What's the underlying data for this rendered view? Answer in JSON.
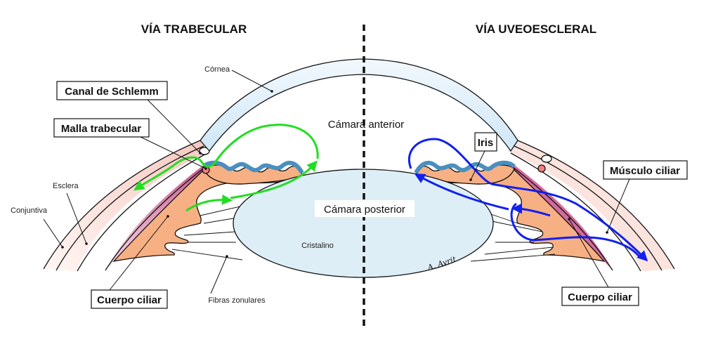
{
  "titles": {
    "left": "VÍA TRABECULAR",
    "right": "VÍA UVEOESCLERAL"
  },
  "labels": {
    "cornea": "Córnea",
    "anterior_chamber": "Cámara anterior",
    "posterior_chamber": "Cámara posterior",
    "lens": "Cristalino",
    "zonular_fibers": "Fibras zonulares",
    "sclera": "Esclera",
    "conjunctiva": "Conjuntiva"
  },
  "boxed_labels": {
    "schlemm_canal": "Canal de Schlemm",
    "trabecular_meshwork": "Malla trabecular",
    "ciliary_body_left": "Cuerpo ciliar",
    "iris": "Iris",
    "ciliary_muscle": "Músculo ciliar",
    "ciliary_body_right": "Cuerpo ciliar"
  },
  "signature": "A. Avrit",
  "colors": {
    "trabecular_flow": "#22dd22",
    "uveoscleral_flow": "#1020ee",
    "cornea": "#dcedf8",
    "lens": "#deeef7",
    "ciliary_body": "#f7b083",
    "iris_pigment": "#4a8fbf",
    "ciliary_muscle": "#d46a9c",
    "sclera": "#fbe3de"
  }
}
